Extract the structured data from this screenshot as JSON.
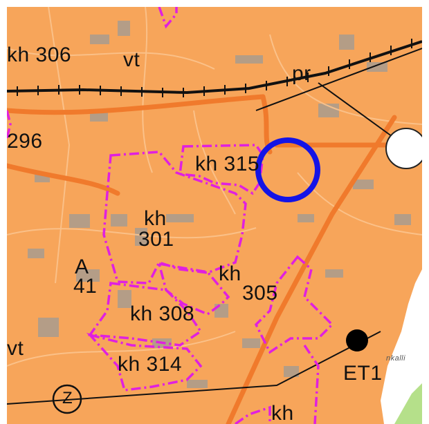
{
  "map": {
    "colors": {
      "base": "#f7a55a",
      "built_blocks": "#9a9a9a",
      "zone_border": "#e020e0",
      "main_road": "#f07a2c",
      "railway": "#111111",
      "marker_ring": "#1414e6",
      "lake": "#ffffff",
      "green_area": "#b5e08a"
    },
    "labels": {
      "kh306": "kh 306",
      "vt_top": "vt",
      "pr": "pr",
      "n296": "296",
      "kh315": "kh 315",
      "kh301_a": "kh",
      "kh301_b": "301",
      "a_letter": "A",
      "a_num": "41",
      "kh305_a": "kh",
      "kh305_b": "305",
      "kh308": "kh 308",
      "vt_left": "vt",
      "kh314": "kh 314",
      "kh_bottom": "kh",
      "et1": "ET1",
      "z_symbol": "Z",
      "lake_name": "nkalli"
    },
    "icons": [
      "railway-line",
      "highlight-ring-marker",
      "white-circle-symbol",
      "black-dot-symbol",
      "z-circle-symbol"
    ]
  }
}
